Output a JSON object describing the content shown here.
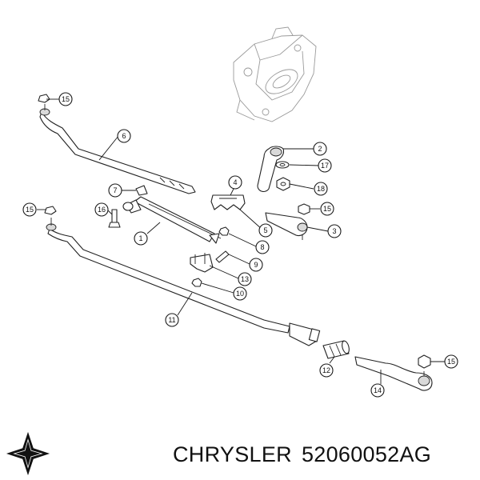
{
  "footer": {
    "brand": "CHRYSLER",
    "part_number": "52060052AG"
  },
  "colors": {
    "line": "#222222",
    "background": "#ffffff",
    "logo": "#111111"
  },
  "callouts": [
    {
      "id": "c1",
      "label": "1"
    },
    {
      "id": "c2",
      "label": "2"
    },
    {
      "id": "c3",
      "label": "3"
    },
    {
      "id": "c4",
      "label": "4"
    },
    {
      "id": "c5",
      "label": "5"
    },
    {
      "id": "c6",
      "label": "6"
    },
    {
      "id": "c7",
      "label": "7"
    },
    {
      "id": "c8",
      "label": "8"
    },
    {
      "id": "c9",
      "label": "9"
    },
    {
      "id": "c10",
      "label": "10"
    },
    {
      "id": "c11",
      "label": "11"
    },
    {
      "id": "c12",
      "label": "12"
    },
    {
      "id": "c13",
      "label": "13"
    },
    {
      "id": "c14",
      "label": "14"
    },
    {
      "id": "c15a",
      "label": "15"
    },
    {
      "id": "c15b",
      "label": "15"
    },
    {
      "id": "c15c",
      "label": "15"
    },
    {
      "id": "c15d",
      "label": "15"
    },
    {
      "id": "c16",
      "label": "16"
    },
    {
      "id": "c17",
      "label": "17"
    },
    {
      "id": "c18",
      "label": "18"
    }
  ],
  "icons": {
    "logo": "pentastar-logo-icon",
    "gearbox": "steering-gear-icon"
  }
}
